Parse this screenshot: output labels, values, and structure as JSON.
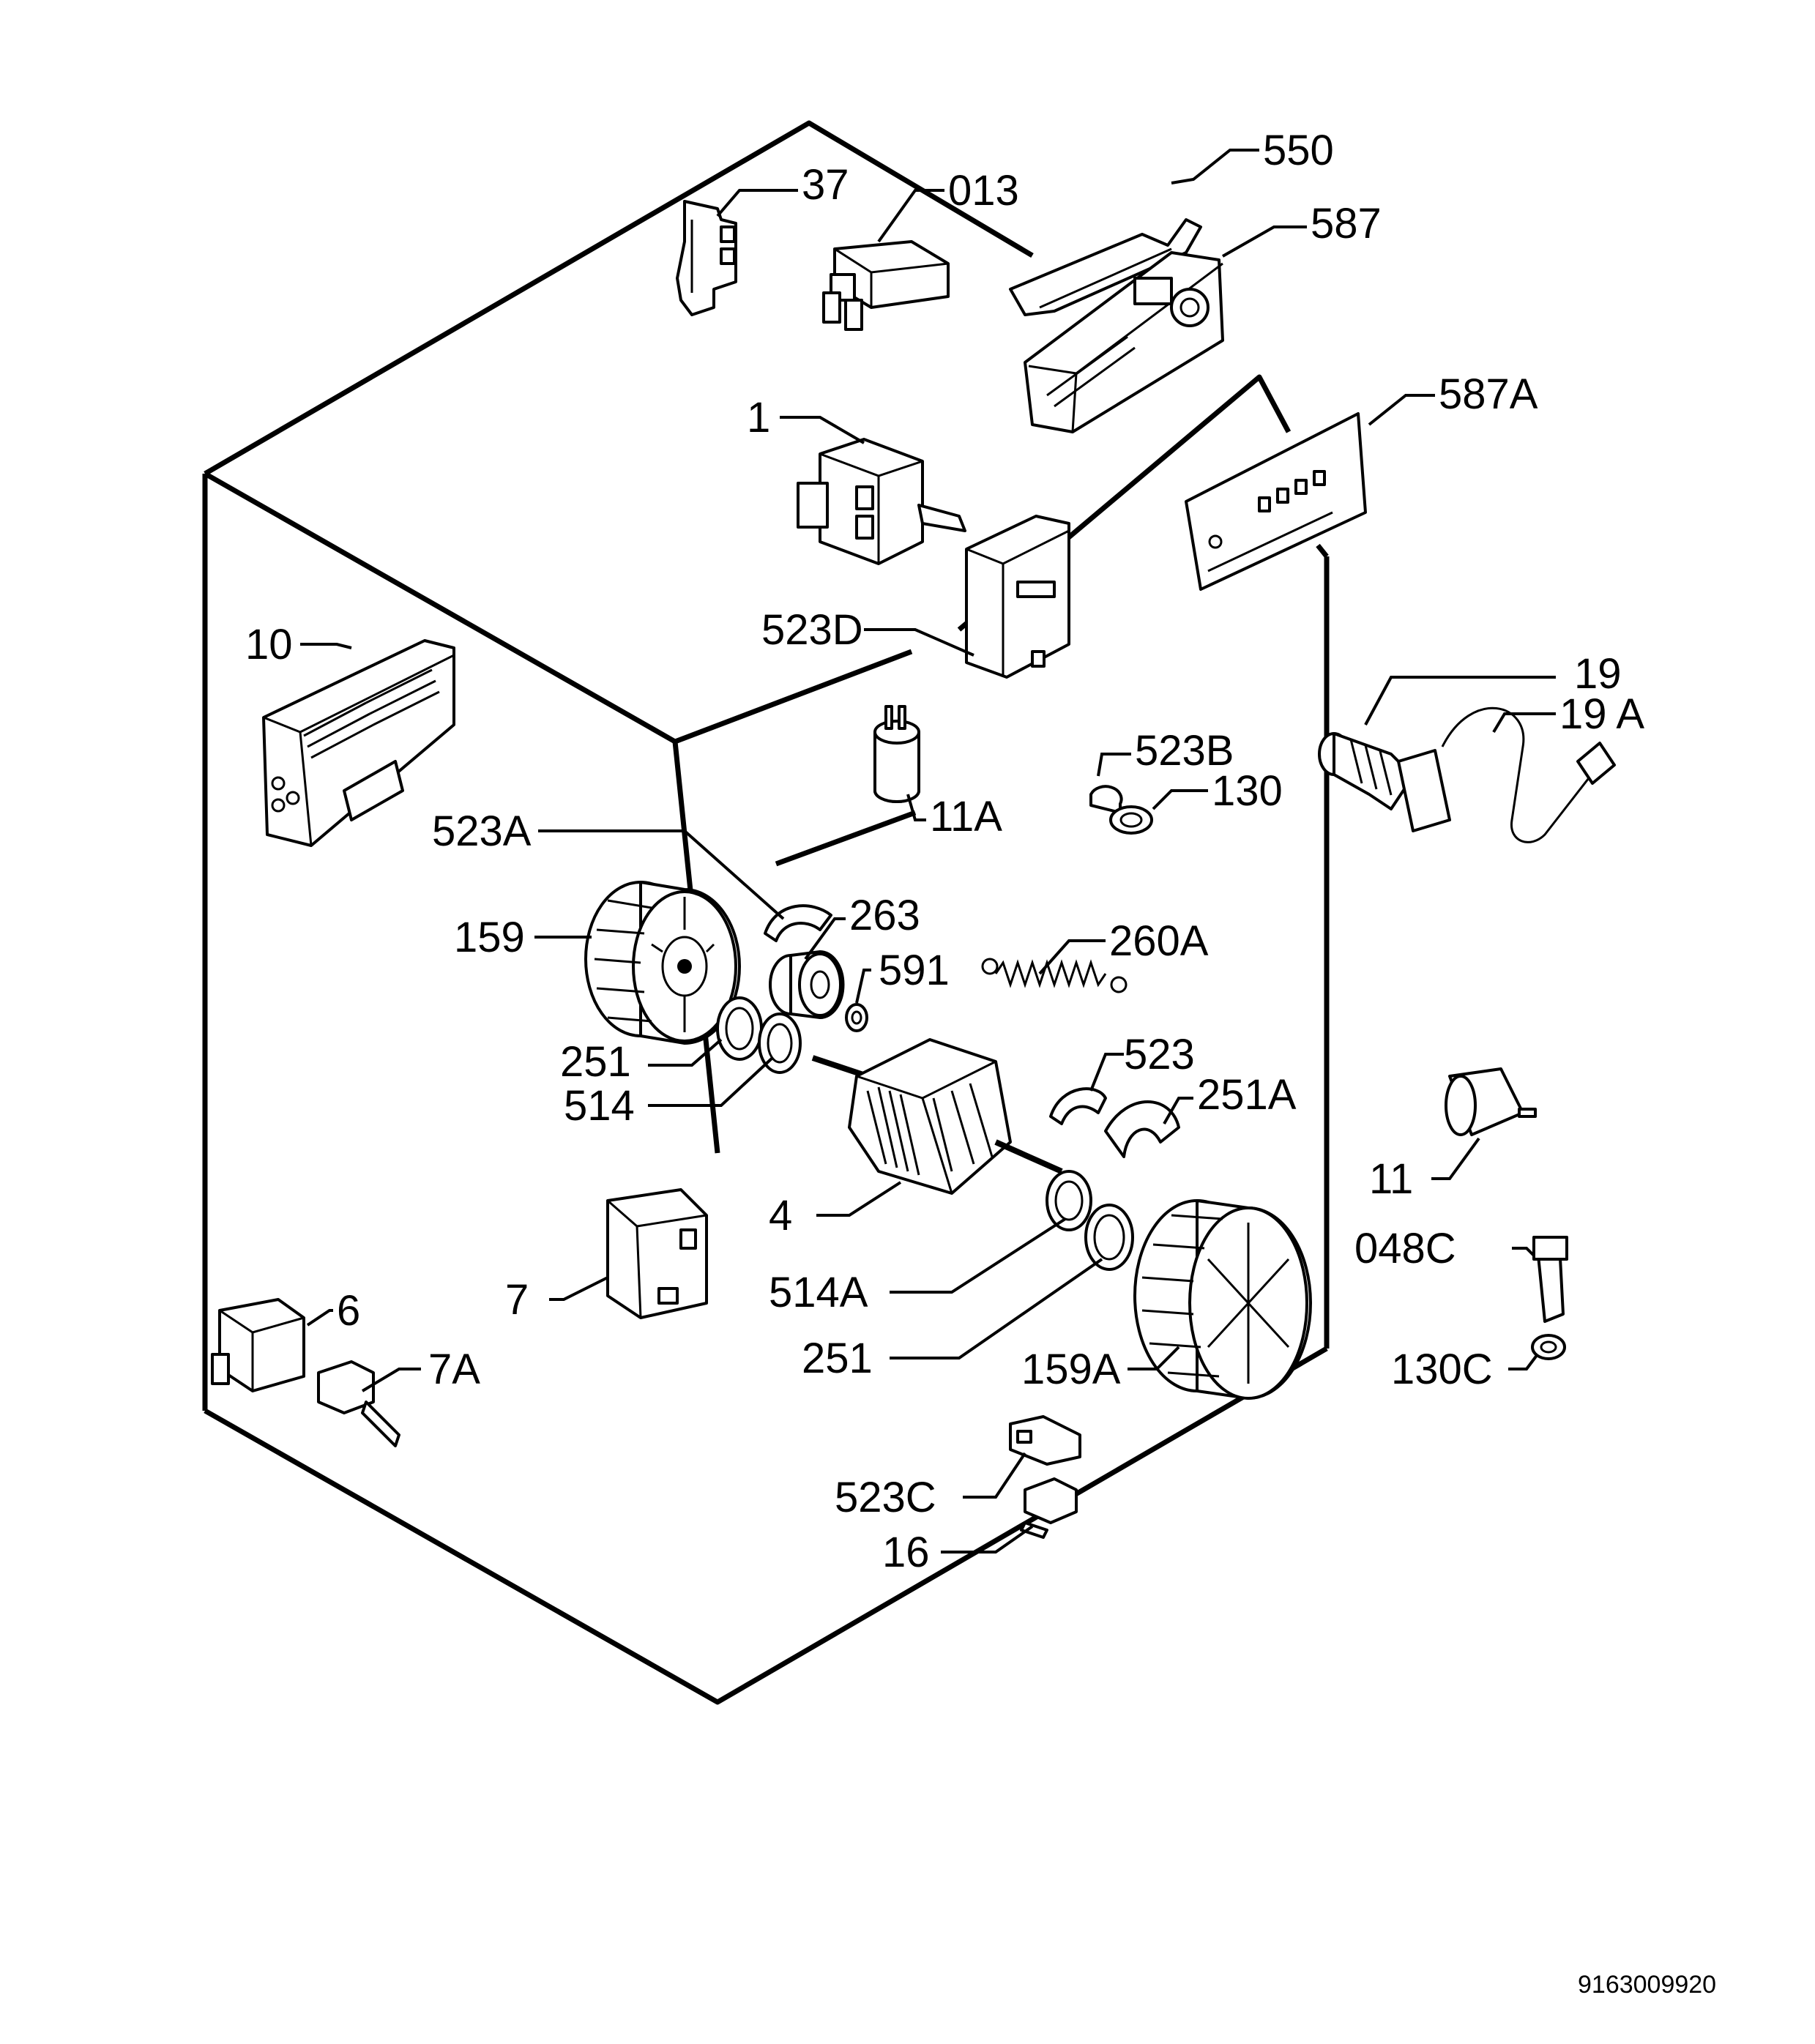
{
  "diagram": {
    "document_number": "9163009920",
    "parts": [
      {
        "key": "p37",
        "label": "37"
      },
      {
        "key": "p013",
        "label": "013"
      },
      {
        "key": "p550",
        "label": "550"
      },
      {
        "key": "p587",
        "label": "587"
      },
      {
        "key": "p587A",
        "label": "587A"
      },
      {
        "key": "p1",
        "label": "1"
      },
      {
        "key": "p523D",
        "label": "523D"
      },
      {
        "key": "p10",
        "label": "10"
      },
      {
        "key": "p19",
        "label": "19"
      },
      {
        "key": "p19A",
        "label": "19 A"
      },
      {
        "key": "p11A",
        "label": "11A"
      },
      {
        "key": "p523B",
        "label": "523B"
      },
      {
        "key": "p130",
        "label": "130"
      },
      {
        "key": "p523A",
        "label": "523A"
      },
      {
        "key": "p159",
        "label": "159"
      },
      {
        "key": "p263",
        "label": "263"
      },
      {
        "key": "p591",
        "label": "591"
      },
      {
        "key": "p260A",
        "label": "260A"
      },
      {
        "key": "p251a",
        "label": "251"
      },
      {
        "key": "p514",
        "label": "514"
      },
      {
        "key": "p523",
        "label": "523"
      },
      {
        "key": "p251A",
        "label": "251A"
      },
      {
        "key": "p11",
        "label": "11"
      },
      {
        "key": "p4",
        "label": "4"
      },
      {
        "key": "p048C",
        "label": "048C"
      },
      {
        "key": "p7",
        "label": "7"
      },
      {
        "key": "p514A",
        "label": "514A"
      },
      {
        "key": "p6",
        "label": "6"
      },
      {
        "key": "p7A",
        "label": "7A"
      },
      {
        "key": "p251b",
        "label": "251"
      },
      {
        "key": "p159A",
        "label": "159A"
      },
      {
        "key": "p130C",
        "label": "130C"
      },
      {
        "key": "p523C",
        "label": "523C"
      },
      {
        "key": "p16",
        "label": "16"
      }
    ]
  }
}
